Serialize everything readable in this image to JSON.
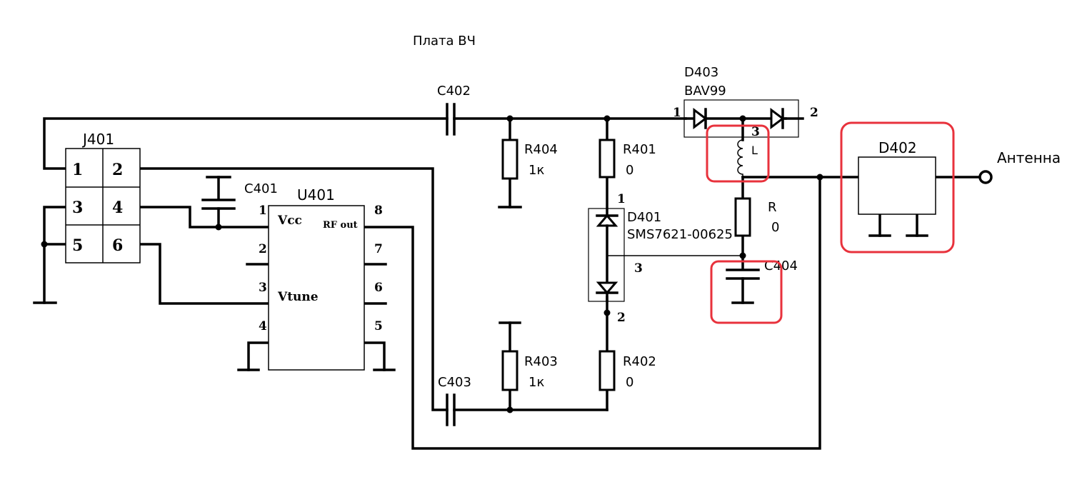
{
  "diagram": {
    "title": "Плата ВЧ",
    "antenna_label": "Антенна",
    "colors": {
      "wire": "#000000",
      "highlight": "#e8323c",
      "background": "#ffffff"
    },
    "J401": {
      "name": "J401",
      "pins": [
        "1",
        "2",
        "3",
        "4",
        "5",
        "6"
      ]
    },
    "U401": {
      "name": "U401",
      "vcc": "Vcc",
      "vtune": "Vtune",
      "rfout": "RF out",
      "pins": [
        "1",
        "2",
        "3",
        "4",
        "5",
        "6",
        "7",
        "8"
      ]
    },
    "C401": {
      "name": "C401"
    },
    "C402": {
      "name": "C402"
    },
    "C403": {
      "name": "C403"
    },
    "C404": {
      "name": "C404"
    },
    "R401": {
      "name": "R401",
      "value": "0"
    },
    "R402": {
      "name": "R402",
      "value": "0"
    },
    "R403": {
      "name": "R403",
      "value": "1к"
    },
    "R404": {
      "name": "R404",
      "value": "1к"
    },
    "R": {
      "name": "R",
      "value": "0"
    },
    "L": {
      "name": "L"
    },
    "D401": {
      "name": "D401",
      "part": "SMS7621-00625",
      "pins": [
        "1",
        "2",
        "3"
      ]
    },
    "D402": {
      "name": "D402"
    },
    "D403": {
      "name": "D403",
      "part": "BAV99",
      "pins": [
        "1",
        "2",
        "3"
      ]
    }
  }
}
